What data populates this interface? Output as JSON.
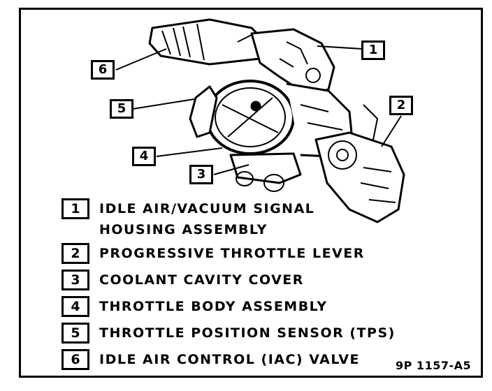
{
  "callouts": [
    {
      "num": "1"
    },
    {
      "num": "2"
    },
    {
      "num": "3"
    },
    {
      "num": "4"
    },
    {
      "num": "5"
    },
    {
      "num": "6"
    }
  ],
  "legend": [
    {
      "num": "1",
      "text": "IDLE AIR/VACUUM SIGNAL",
      "text2": "HOUSING ASSEMBLY"
    },
    {
      "num": "2",
      "text": "PROGRESSIVE THROTTLE LEVER"
    },
    {
      "num": "3",
      "text": "COOLANT CAVITY COVER"
    },
    {
      "num": "4",
      "text": "THROTTLE BODY ASSEMBLY"
    },
    {
      "num": "5",
      "text": "THROTTLE POSITION SENSOR (TPS)"
    },
    {
      "num": "6",
      "text": "IDLE AIR CONTROL (IAC) VALVE"
    }
  ],
  "figure_ref": "9P 1157-A5"
}
